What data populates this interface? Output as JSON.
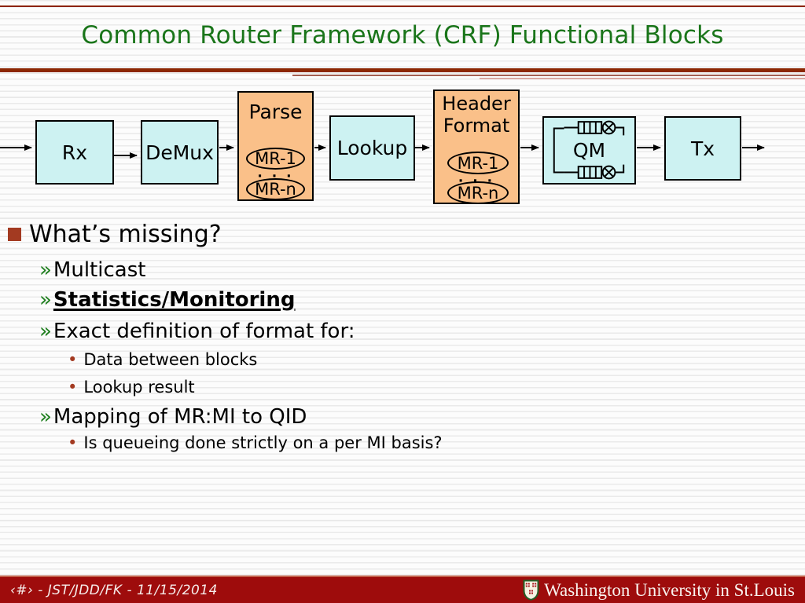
{
  "title": "Common Router Framework (CRF) Functional Blocks",
  "diagram": {
    "rx": "Rx",
    "demux": "DeMux",
    "parse": {
      "label": "Parse",
      "mr_first": "MR-1",
      "dots": "· · ·",
      "mr_last": "MR-n"
    },
    "lookup": "Lookup",
    "header_format": {
      "label": "Header Format",
      "mr_first": "MR-1",
      "dots": "· · ·",
      "mr_last": "MR-n"
    },
    "qm": "QM",
    "tx": "Tx"
  },
  "content": {
    "heading": "What’s missing?",
    "marker_l2": "»",
    "marker_l3": "•",
    "items": [
      {
        "level": 2,
        "text": "Multicast"
      },
      {
        "level": 2,
        "text": "Statistics/Monitoring",
        "emphasis": true
      },
      {
        "level": 2,
        "text": "Exact definition of format for:"
      },
      {
        "level": 3,
        "text": "Data between blocks"
      },
      {
        "level": 3,
        "text": "Lookup result"
      },
      {
        "level": 2,
        "text": "Mapping of MR:MI to QID"
      },
      {
        "level": 3,
        "text": "Is queueing done strictly on a per MI basis?"
      }
    ]
  },
  "footer": {
    "page_info": "‹#› - JST/JDD/FK - 11/15/2014",
    "brand": "Washington University in St.Louis"
  },
  "colors": {
    "title_green": "#1a751a",
    "rule_red": "#8c2703",
    "box_cyan": "#cdf2f2",
    "box_orange": "#fac089",
    "footer_red": "#9e0c0c",
    "bullet_red": "#a33a21",
    "chevron_green": "#1f7f1f"
  },
  "icons": {
    "qm_glyph": "queue-buffer-icon",
    "logo": "university-shield-icon"
  }
}
